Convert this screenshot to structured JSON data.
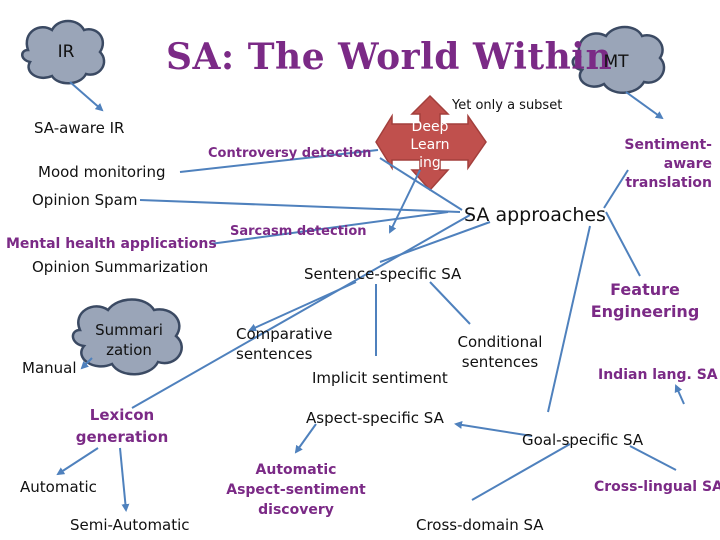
{
  "title": "SA: The World Within",
  "clouds": {
    "ir": "IR",
    "mt": "MT",
    "summarization_line1": "Summari",
    "summarization_line2": "zation"
  },
  "subset_note": "Yet only a subset",
  "deep_learning": [
    "Deep",
    "Learn",
    "ing"
  ],
  "left_column": {
    "sa_aware_ir": "SA-aware IR",
    "mood_monitoring": "Mood monitoring",
    "opinion_spam": "Opinion Spam",
    "mental_health": "Mental health applications",
    "opinion_summarization": "Opinion Summarization",
    "manual": "Manual",
    "lexicon_generation_line1": "Lexicon",
    "lexicon_generation_line2": "generation",
    "automatic": "Automatic",
    "semi_automatic": "Semi-Automatic"
  },
  "center": {
    "controversy_detection": "Controversy detection",
    "sarcasm_detection": "Sarcasm detection",
    "sa_approaches": "SA approaches",
    "sentence_specific_sa": "Sentence-specific SA",
    "comparative_line1": "Comparative",
    "comparative_line2": "sentences",
    "conditional_line1": "Conditional",
    "conditional_line2": "sentences",
    "implicit_sentiment": "Implicit sentiment",
    "aspect_specific_sa": "Aspect-specific SA",
    "automatic_aspect_line1": "Automatic",
    "automatic_aspect_line2": "Aspect-sentiment",
    "automatic_aspect_line3": "discovery",
    "cross_domain_sa": "Cross-domain SA"
  },
  "right_column": {
    "sentiment_aware_line1": "Sentiment-",
    "sentiment_aware_line2": "aware",
    "sentiment_aware_line3": "translation",
    "feature_engineering_line1": "Feature",
    "feature_engineering_line2": "Engineering",
    "indian_lang_sa": "Indian lang. SA",
    "goal_specific_sa": "Goal-specific SA",
    "cross_lingual_sa": "Cross-lingual SA"
  },
  "colors": {
    "title": "#7b2a86",
    "purple_text": "#7b2a86",
    "connector": "#4f81bd",
    "cloud_fill": "#9aa5b8",
    "cloud_stroke": "#3b4a63",
    "diamond_fill": "#c0504d",
    "diamond_stroke": "#a33f3c"
  }
}
